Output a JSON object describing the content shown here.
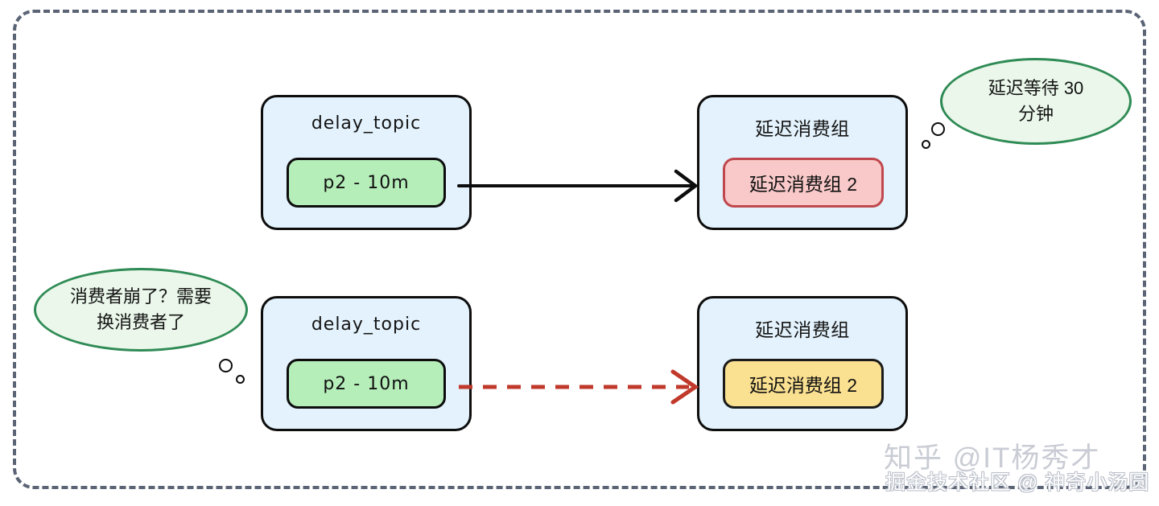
{
  "diagram": {
    "type": "flow-diagram",
    "frame": {
      "style": "dashed-rounded",
      "color": "#5b6475"
    },
    "rows": [
      {
        "id": "row-normal",
        "source": {
          "title": "delay_topic",
          "partition_label": "p2 - 10m",
          "fill": "#e3f2fc",
          "partition_fill": "#b6eeba"
        },
        "target": {
          "title": "延迟消费组",
          "member_label": "延迟消费组 2",
          "fill": "#e3f2fc",
          "member_fill": "#f9c9c9",
          "member_border": "#c0474d"
        },
        "arrow": {
          "style": "solid",
          "color": "#0d0d0d"
        },
        "note": {
          "text_line1": "延迟等待 30",
          "text_line2": "分钟",
          "fill": "#eaf7ea",
          "border": "#2f8b55"
        }
      },
      {
        "id": "row-rebalance",
        "source": {
          "title": "delay_topic",
          "partition_label": "p2 - 10m",
          "fill": "#e3f2fc",
          "partition_fill": "#b6eeba"
        },
        "target": {
          "title": "延迟消费组",
          "member_label": "延迟消费组 2",
          "fill": "#e3f2fc",
          "member_fill": "#fae091",
          "member_border": "#1a1a1a"
        },
        "arrow": {
          "style": "dashed",
          "color": "#c0392b"
        },
        "note": {
          "text_line1": "消费者崩了？需要",
          "text_line2": "换消费者了",
          "fill": "#eaf7ea",
          "border": "#2f8b55"
        }
      }
    ]
  },
  "watermarks": {
    "zhihu": "知乎 @IT杨秀才",
    "juejin": "掘金技术社区 @ 神奇小汤圆"
  }
}
